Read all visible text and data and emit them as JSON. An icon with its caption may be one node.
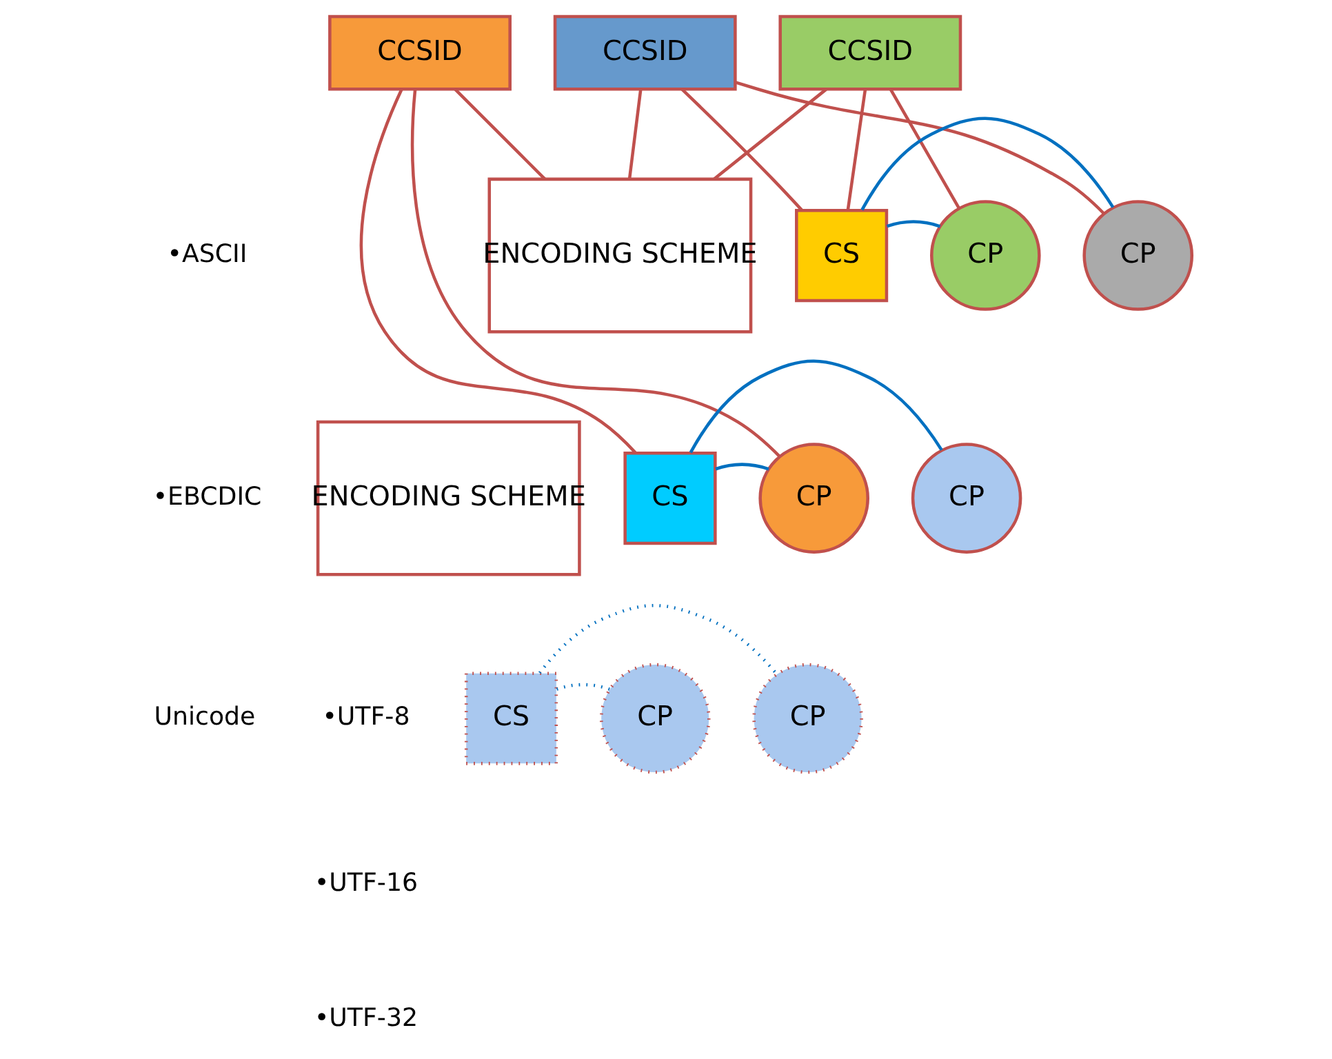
{
  "diagram": {
    "nodes": [
      {
        "text": [
          "CCSID"
        ]
      },
      {
        "text": [
          "CCSID"
        ]
      },
      {
        "text": [
          "CCSID"
        ]
      },
      {
        "text": [
          "ENCODING SCHEME"
        ]
      },
      {
        "text": [
          "CS"
        ]
      },
      {
        "text": [
          "CP"
        ]
      },
      {
        "text": [
          "CP"
        ]
      },
      {
        "text": [
          "CS"
        ]
      },
      {
        "text": [
          "CP"
        ]
      },
      {
        "text": [
          "CP"
        ]
      },
      {
        "text": [
          "ENCODING SCHEME"
        ]
      },
      {
        "text": [
          "CS"
        ]
      },
      {
        "text": [
          "CP"
        ]
      },
      {
        "text": [
          "CP"
        ]
      }
    ],
    "edges": [
      {
        "from": 0,
        "to": 3,
        "arrow": "none"
      },
      {
        "from": 0,
        "to": 7,
        "arrow": "none"
      },
      {
        "from": 0,
        "to": 8,
        "arrow": "none"
      },
      {
        "from": 1,
        "to": 3,
        "arrow": "none"
      },
      {
        "from": 1,
        "to": 4,
        "arrow": "none"
      },
      {
        "from": 1,
        "to": 6,
        "arrow": "none"
      },
      {
        "from": 2,
        "to": 3,
        "arrow": "none"
      },
      {
        "from": 2,
        "to": 4,
        "arrow": "none"
      },
      {
        "from": 2,
        "to": 5,
        "arrow": "none"
      },
      {
        "from": 4,
        "to": 5,
        "arrow": "none",
        "color": "#0070c0"
      },
      {
        "from": 4,
        "to": 6,
        "arrow": "none",
        "color": "#0070c0"
      },
      {
        "from": 7,
        "to": 8,
        "arrow": "none",
        "color": "#0070c0"
      },
      {
        "from": 7,
        "to": 9,
        "arrow": "none",
        "color": "#0070c0"
      },
      {
        "from": 11,
        "to": 12,
        "arrow": "none",
        "style": "dashed",
        "color": "#0070c0"
      },
      {
        "from": 11,
        "to": 13,
        "arrow": "none",
        "style": "dashed",
        "color": "#0070c0"
      }
    ],
    "labels": [
      "•ASCII",
      "•EBCDIC",
      "Unicode",
      "•UTF-8",
      "•UTF-16",
      "•UTF-32"
    ]
  }
}
